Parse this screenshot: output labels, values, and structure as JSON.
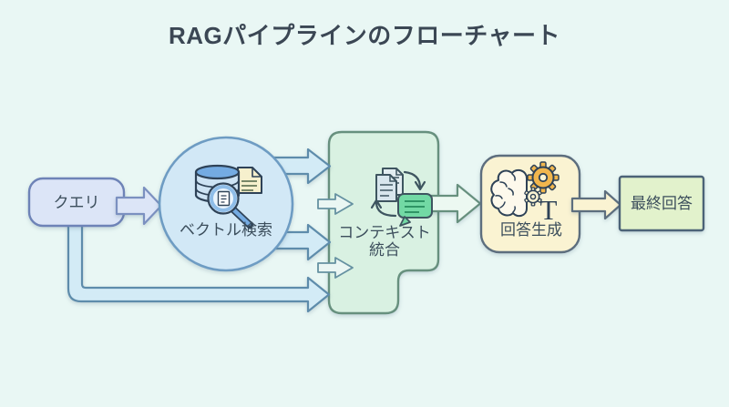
{
  "title": "RAGパイプラインのフローチャート",
  "diagram": {
    "type": "flowchart",
    "direction": "left-to-right",
    "nodes": [
      {
        "id": "query",
        "label": "クエリ",
        "shape": "rounded-rect"
      },
      {
        "id": "vector_search",
        "label": "ベクトル検索",
        "shape": "circle",
        "icon": "database-search-icon"
      },
      {
        "id": "context_integration",
        "label": "コンテキスト統合",
        "label_lines": [
          "コンテキスト",
          "統合"
        ],
        "shape": "stepped-rounded-rect",
        "icon": "document-exchange-icon"
      },
      {
        "id": "answer_generation",
        "label": "回答生成",
        "shape": "rounded-square",
        "icon": "brain-gears-icon",
        "icon_glyph": "T"
      },
      {
        "id": "final_answer",
        "label": "最終回答",
        "shape": "rect"
      }
    ],
    "edges": [
      {
        "from": "query",
        "to": "vector_search"
      },
      {
        "from": "vector_search",
        "to": "context_integration",
        "route": "upper"
      },
      {
        "from": "vector_search",
        "to": "context_integration",
        "route": "lower"
      },
      {
        "from": "query",
        "to": "context_integration",
        "route": "bypass-bottom"
      },
      {
        "from": "context_integration",
        "to": "answer_generation"
      },
      {
        "from": "answer_generation",
        "to": "final_answer"
      }
    ]
  },
  "colors": {
    "background": "#e9f7f4",
    "title": "#3b4754",
    "label": "#3c4e5c",
    "query_fill": "#dce5f7",
    "query_stroke": "#6e83b7",
    "query_arrow_stroke": "#7b90c0",
    "search_fill": "#d2e8f6",
    "search_stroke": "#6e9cc3",
    "flow_arrow_fill": "#d3ebf6",
    "flow_arrow_stroke": "#5e8cab",
    "context_fill": "#d9f1e2",
    "context_stroke": "#67907e",
    "context_arrow_fill": "#ecf8f1",
    "generation_fill": "#faf3d2",
    "generation_stroke": "#5d6e7e",
    "final_fill": "#e2f2cc",
    "final_stroke": "#4c6377",
    "notch_fill": "#eaf6f3",
    "notch_stroke": "#6591a1",
    "icon_outline": "#2e4257",
    "db_top": "#74abe2",
    "db_body": "#cde3f4",
    "doc_fill": "#f6f0cd",
    "doc_line": "#4e6446",
    "lens_ring": "#8fbde8",
    "handle": "#74abe2",
    "page_back_fill": "#e3edf1",
    "page_front_fill": "#d8e6ed",
    "bubble_fill": "#72d9a4",
    "bubble_line": "#2f9465",
    "gear_fill": "#f1b64d",
    "brain_fill": "#fdf9ec"
  }
}
